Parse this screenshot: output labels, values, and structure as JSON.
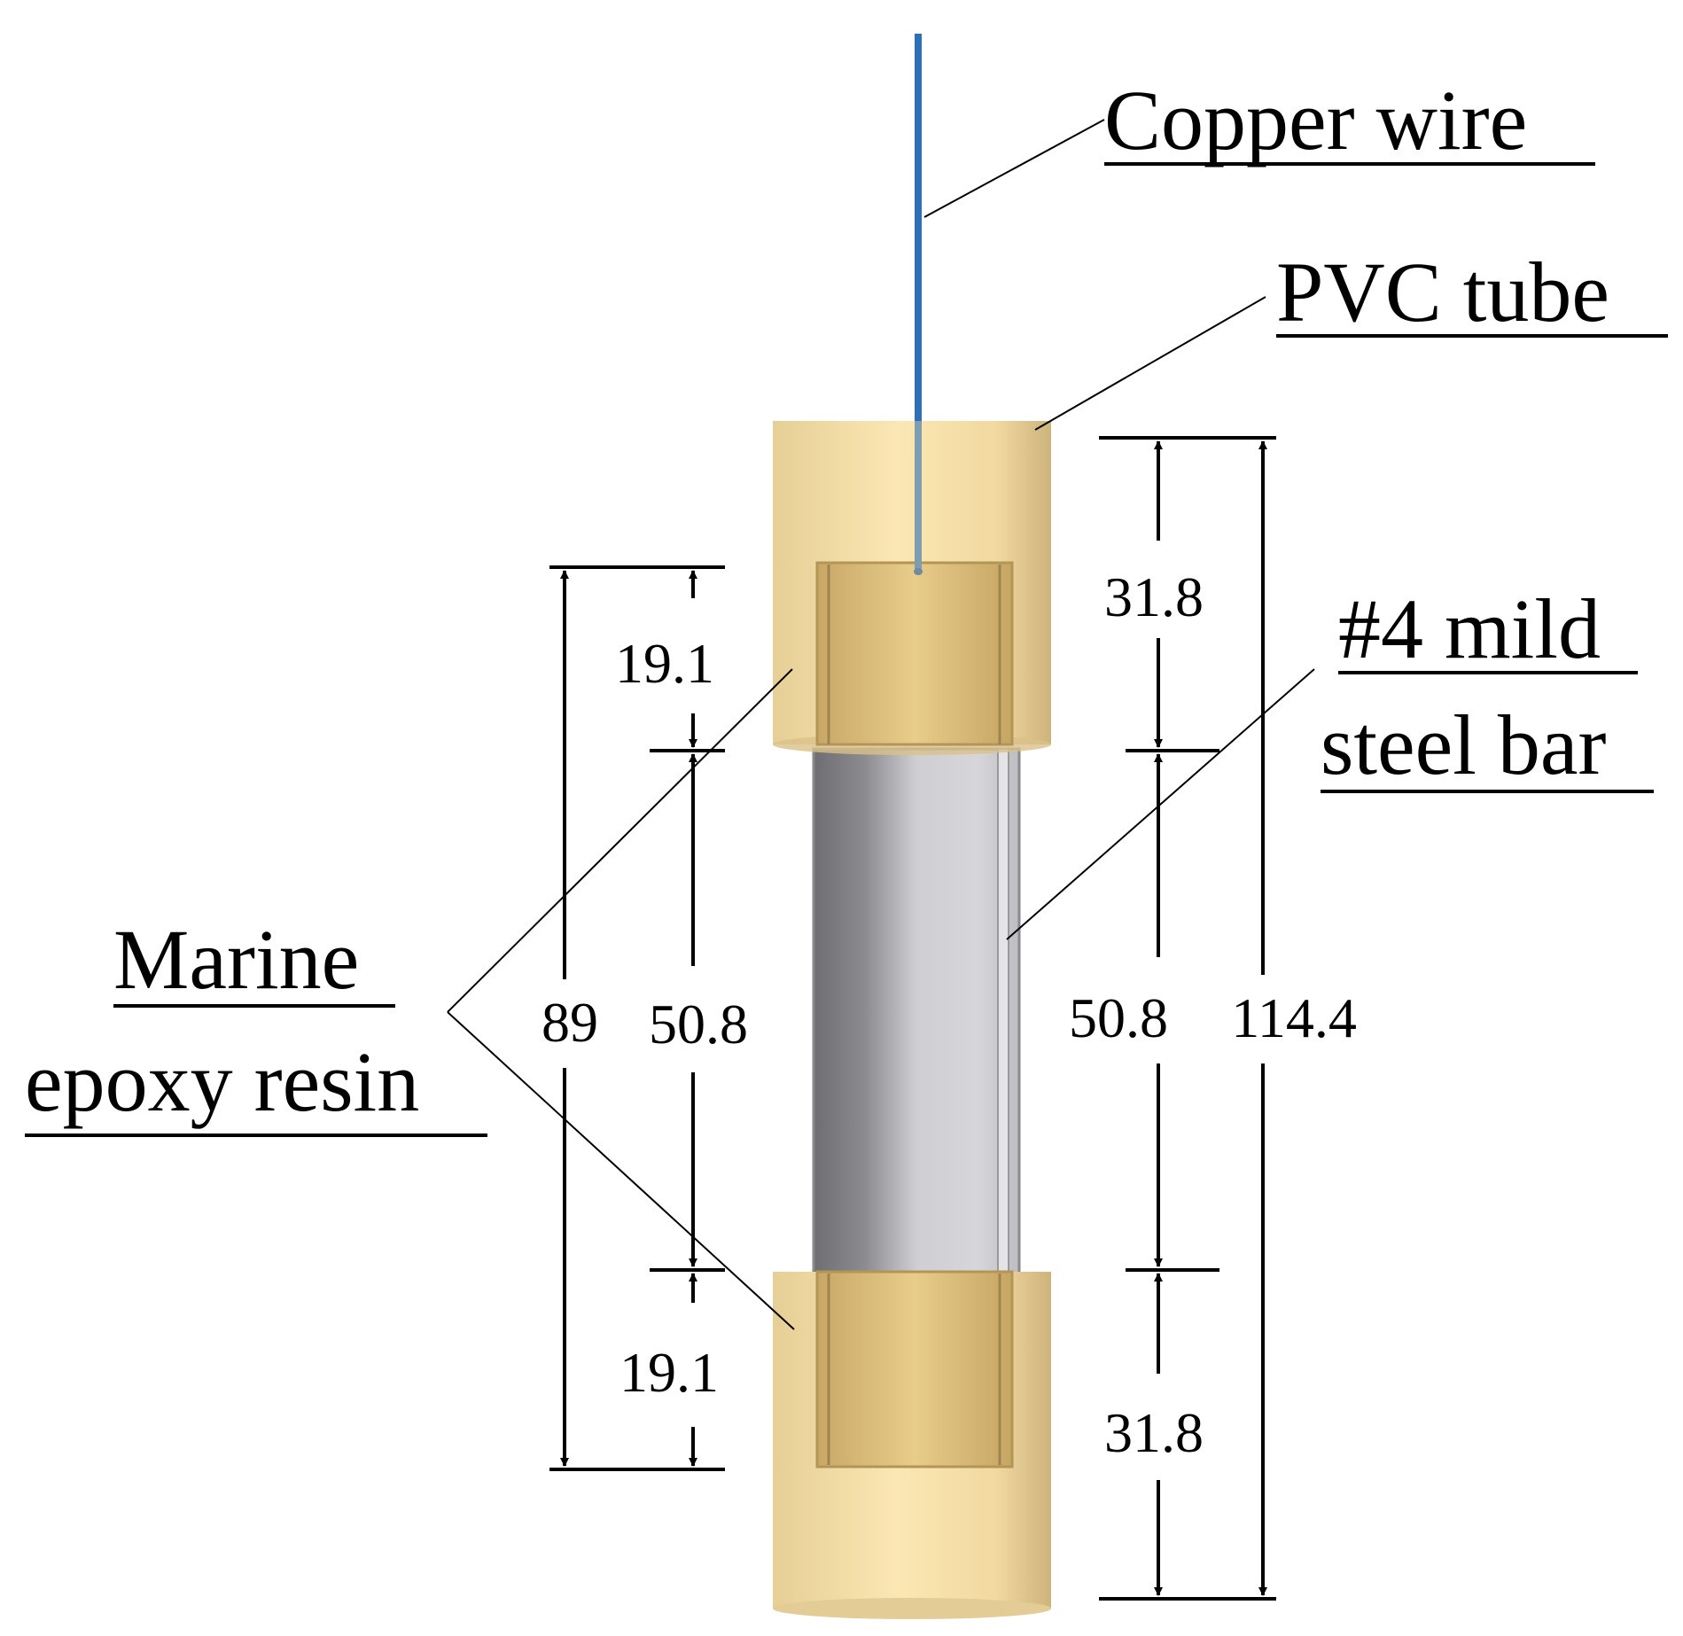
{
  "labels": {
    "copper_wire": "Copper wire",
    "pvc_tube": "PVC tube",
    "steel_bar_line1": "#4 mild",
    "steel_bar_line2": "steel bar",
    "epoxy_line1": "Marine",
    "epoxy_line2": "epoxy resin"
  },
  "dimensions": {
    "left_total": "89",
    "left_top": "19.1",
    "left_middle": "50.8",
    "left_bottom": "19.1",
    "right_top": "31.8",
    "right_middle": "50.8",
    "right_bottom": "31.8",
    "right_total": "114.4"
  },
  "colors": {
    "copper_wire": "#2f6fb5",
    "pvc_cap": "#f2d9a0",
    "pvc_cap_edge": "#c9ad73",
    "steel_bar": "#b8b8bc",
    "lines": "#000000"
  }
}
